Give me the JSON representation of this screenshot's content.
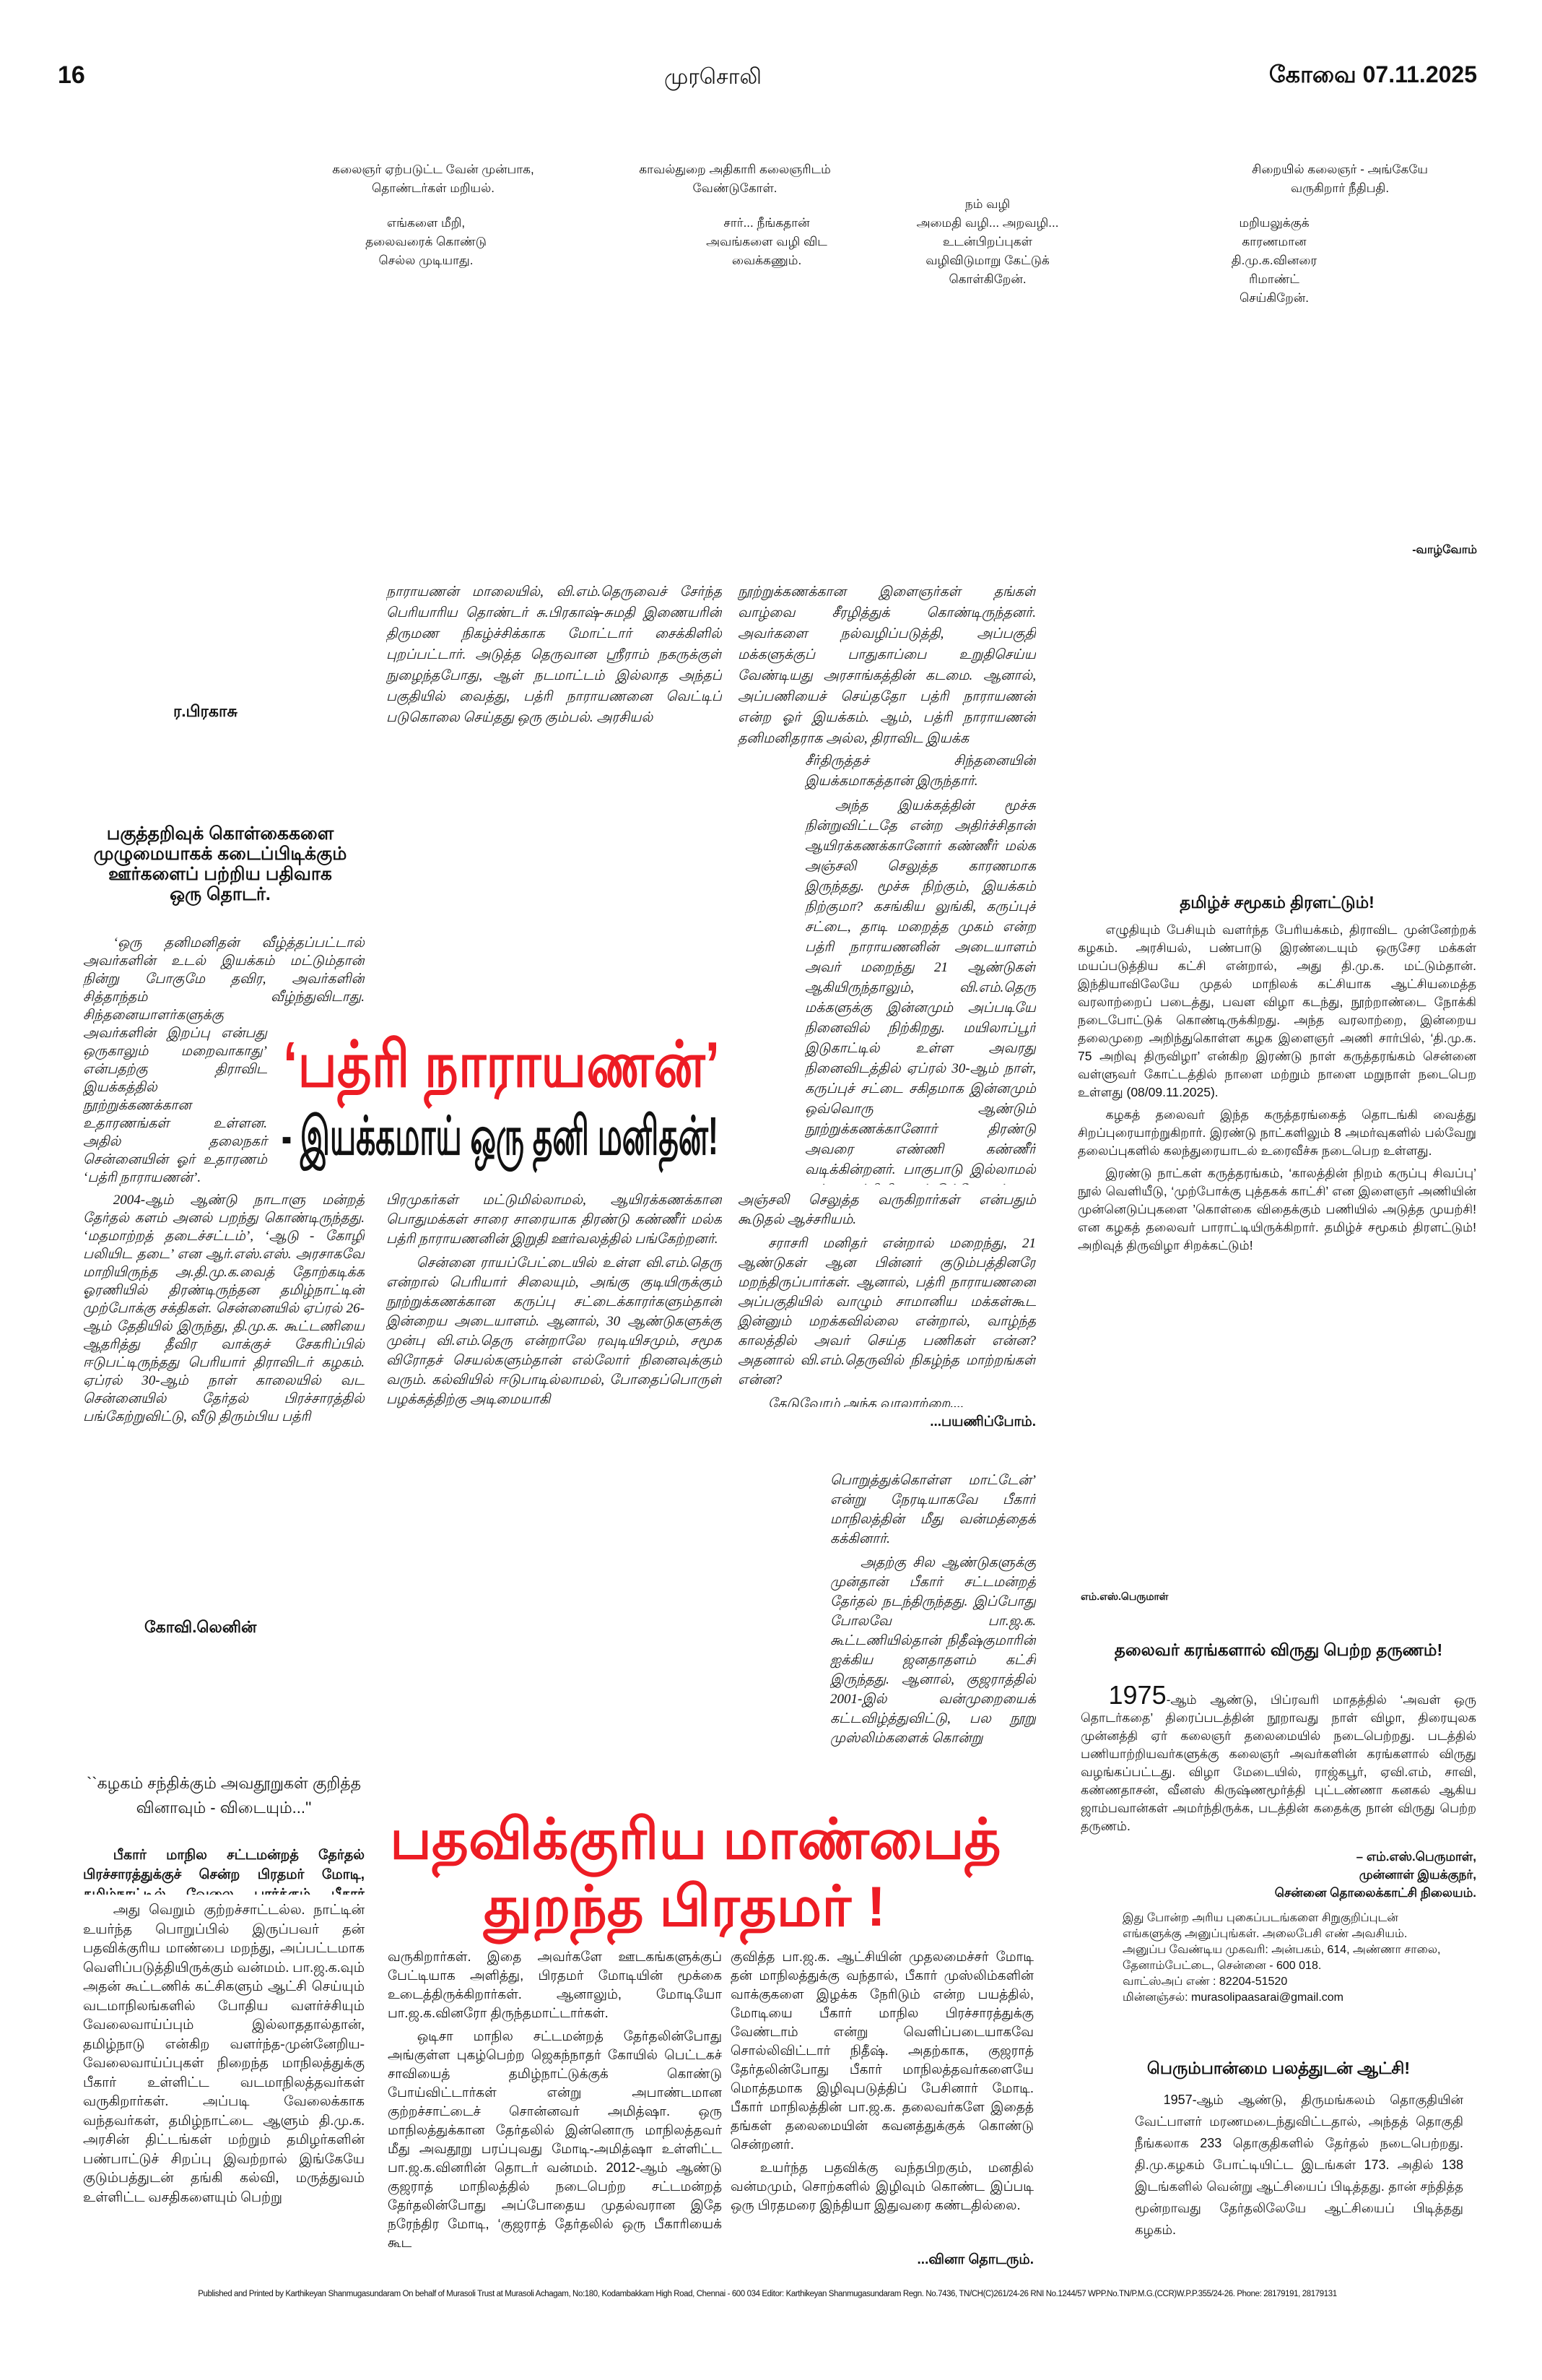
{
  "masthead": {
    "page_number": "16",
    "paper_name": "முரசொலி",
    "edition_date": "கோவை 07.11.2025"
  },
  "photo_captions": [
    {
      "lines": [
        "கலைஞர் ஏற்படுட்ட வேன் முன்பாக,",
        "தொண்டர்கள் மறியல்."
      ]
    },
    {
      "lines": [
        "எங்களை மீறி,",
        "தலைவரைக் கொண்டு",
        "செல்ல முடியாது."
      ]
    },
    {
      "lines": [
        "காவல்துறை அதிகாரி கலைஞரிடம்",
        "வேண்டுகோள்."
      ]
    },
    {
      "lines": [
        "சார்... நீங்கதான்",
        "அவங்களை வழி விட",
        "வைக்கணும்."
      ]
    },
    {
      "lines": [
        "நம் வழி",
        "அமைதி வழி... அறவழி...",
        "உடன்பிறப்புகள்",
        "வழிவிடுமாறு கேட்டுக்",
        "கொள்கிறேன்."
      ]
    },
    {
      "lines": [
        "சிறையில் கலைஞர் -  அங்கேயே",
        "வருகிறார் நீதிபதி."
      ]
    },
    {
      "lines": [
        "மறியலுக்குக்",
        "காரணமான",
        "தி.மு.க.வினரை",
        "ரிமாண்ட்",
        "செய்கிறேன்."
      ]
    }
  ],
  "photo_credit": "-வாழ்வோம்",
  "article1": {
    "author": "ர.பிரகாசு",
    "series_intro": [
      "பகுத்தறிவுக் கொள்கைகளை",
      "முழுமையாகக் கடைப்பிடிக்கும்",
      "ஊர்களைப் பற்றிய பதிவாக",
      "ஒரு தொடர்."
    ],
    "headline_line1": "‘பத்ரி நாராயணன்’",
    "headline_line2": "- இயக்கமாய் ஒரு தனி மனிதன்!",
    "col1": [
      "‘ஒரு தனிமனிதன் வீழ்த்தப்பட்டால் அவர்களின் உடல் இயக்கம் மட்டும்தான் நின்று போகுமே தவிர, அவர்களின் சித்தாந்தம் வீழ்ந்துவிடாது. சிந்தனையாளர்களுக்கு அவர்களின் இறப்பு என்பது ஒருகாலும் மறைவாகாது’ என்பதற்கு திராவிட இயக்கத்தில் நூற்றுக்கணக்கான உதாரணங்கள் உள்ளன. அதில் தலைநகர் சென்னையின் ஓர் உதாரணம் ‘பத்ரி நாராயணன்’.",
      "2004-ஆம் ஆண்டு நாடாளு மன்றத் தேர்தல் களம் அனல் பறந்து கொண்டிருந்தது. ‘மதமாற்றத் தடைச்சட்டம்’, ‘ஆடு - கோழி பலியிட தடை’ என ஆர்.எஸ்.எஸ். அரசாகவே மாறியிருந்த அ.தி.மு.க.வைத் தோற்கடிக்க ஓரணியில் திரண்டிருந்தன தமிழ்நாட்டின் முற்போக்கு சக்திகள். சென்னையில் ஏப்ரல் 26-ஆம் தேதியில் இருந்து, தி.மு.க. கூட்டணியை ஆதரித்து தீவிர வாக்குச் சேகரிப்பில் ஈடுபட்டிருந்தது பெரியார் திராவிடர் கழகம். ஏப்ரல் 30-ஆம் நாள் காலையில் வட சென்னையில் தேர்தல் பிரச்சாரத்தில் பங்கேற்றுவிட்டு, வீடு திரும்பிய பத்ரி"
    ],
    "col2_top": [
      "நாராயணன் மாலையில், வி.எம்.தெருவைச் சேர்ந்த பெரியாரிய தொண்டர் சு.பிரகாஷ்-சுமதி இணையரின் திருமண நிகழ்ச்சிக்காக மோட்டார் சைக்கிளில் புறப்பட்டார். அடுத்த தெருவான ஸ்ரீராம் நகருக்குள் நுழைந்தபோது, ஆள் நடமாட்டம் இல்லாத அந்தப் பகுதியில் வைத்து, பத்ரி நாராயணனை வெட்டிப் படுகொலை செய்தது ஒரு கும்பல். அரசியல்"
    ],
    "col2_bottom": [
      "பிரமுகர்கள் மட்டுமில்லாமல், ஆயிரக்கணக்கான பொதுமக்கள் சாரை சாரையாக திரண்டு கண்ணீர் மல்க பத்ரி நாராயணனின் இறுதி ஊர்வலத்தில் பங்கேற்றனர்.",
      "சென்னை ராயப்பேட்டையில் உள்ள வி.எம்.தெரு என்றால் பெரியார் சிலையும், அங்கு குடியிருக்கும் நூற்றுக்கணக்கான கருப்பு சட்டைக்காரர்களும்தான் இன்றைய அடையாளம். ஆனால், 30 ஆண்டுகளுக்கு முன்பு வி.எம்.தெரு என்றாலே ரவுடியிசமும், சமூக விரோதச் செயல்களும்தான் எல்லோர் நினைவுக்கும் வரும். கல்வியில் ஈடுபாடில்லாமல், போதைப்பொருள் பழக்கத்திற்கு அடிமையாகி"
    ],
    "col3_top": "நூற்றுக்கணக்கான இளைஞர்கள் தங்கள் வாழ்வை சீரழித்துக் கொண்டிருந்தனர். அவர்களை நல்வழிப்படுத்தி, அப்பகுதி மக்களுக்குப் பாதுகாப்பை உறுதிசெய்ய வேண்டியது அரசாங்கத்தின் கடமை. ஆனால், அப்பணியைச் செய்ததோ பத்ரி நாராயணன் என்ற ஓர் இயக்கம். ஆம், பத்ரி நாராயணன் தனிமனிதராக அல்ல, திராவிட இயக்க",
    "col3_narrow": [
      "சீர்திருத்தச் சிந்தனையின் இயக்கமாகத்தான் இருந்தார்.",
      "அந்த இயக்கத்தின் மூச்சு நின்றுவிட்டதே என்ற அதிர்ச்சிதான் ஆயிரக்கணக்கானோர் கண்ணீர் மல்க அஞ்சலி செலுத்த காரணமாக இருந்தது. மூச்சு நிற்கும், இயக்கம் நிற்குமா? கசங்கிய லுங்கி, கருப்புச் சட்டை, தாடி மறைத்த முகம் என்ற பத்ரி நாராயணனின் அடையாளம் அவர் மறைந்து 21 ஆண்டுகள் ஆகியிருந்தாலும், வி.எம்.தெரு மக்களுக்கு இன்னமும் அப்படியே நினைவில் நிற்கிறது. மயிலாப்பூர் இடுகாட்டில் உள்ள அவரது நினைவிடத்தில் ஏப்ரல் 30-ஆம் நாள், கருப்புச் சட்டை சகிதமாக இன்னமும் ஒவ்வொரு ஆண்டும் நூற்றுக்கணக்கானோர் திரண்டு அவரை எண்ணி கண்ணீர் வடிக்கின்றனர். பாகுபாடு இல்லாமல் எல்லா கட்சியினரும் இப்போதும்"
    ],
    "col3_bottom": [
      "அஞ்சலி செலுத்த வருகிறார்கள் என்பதும் கூடுதல் ஆச்சரியம்.",
      "சராசரி மனிதர் என்றால் மறைந்து, 21 ஆண்டுகள் ஆன பின்னர் குடும்பத்தினரே மறந்திருப்பார்கள். ஆனால், பத்ரி நாராயணனை அப்பகுதியில் வாழும் சாமானிய மக்கள்கூட இன்னும் மறக்கவில்லை என்றால், வாழ்ந்த காலத்தில் அவர் செய்த பணிகள் என்ன? அதனால் வி.எம்.தெருவில் நிகழ்ந்த மாற்றங்கள் என்ன?",
      "தேடுவோம் அந்த வரலாற்றை...."
    ],
    "continued": "...பயணிப்போம்."
  },
  "sidebar_box": {
    "title": "தமிழ்ச் சமூகம் திரளட்டும்!",
    "paragraphs": [
      "எழுதியும் பேசியும் வளர்ந்த பேரியக்கம், திராவிட முன்னேற்றக் கழகம். அரசியல், பண்பாடு  இரண்டையும் ஒருசேர மக்கள் மயப்படுத்திய கட்சி என்றால், அது தி.மு.க. மட்டும்தான். இந்தியாவிலேயே முதல் மாநிலக் கட்சியாக ஆட்சியமைத்த வரலாற்றைப் படைத்து, பவள விழா கடந்து, நூற்றாண்டை நோக்கி நடைபோட்டுக் கொண்டிருக்கிறது. அந்த வரலாற்றை, இன்றைய தலைமுறை அறிந்துகொள்ள கழக இளைஞர் அணி சார்பில், ‘தி.மு.க. 75 அறிவு திருவிழா’ என்கிற இரண்டு நாள் கருத்தரங்கம் சென்னை வள்ளுவர் கோட்டத்தில் நாளை மற்றும் நாளை மறுநாள் நடைபெற உள்ளது (08/09.11.2025).",
      "கழகத் தலைவர் இந்த கருத்தரங்கைத் தொடங்கி வைத்து சிறப்புரையாற்றுகிறார். இரண்டு நாட்களிலும் 8 அமர்வுகளில் பல்வேறு தலைப்புகளில் கலந்துரையாடல் உரைவீச்சு நடைபெற உள்ளது.",
      "இரண்டு நாட்கள் கருத்தரங்கம், ‘காலத்தின் நிறம் கருப்பு சிவப்பு’ நூல் வெளியீடு, ‘முற்போக்கு புத்தகக் காட்சி’ என  இளைஞர் அணியின் முன்னெடுப்புகளை ’கொள்கை விதைக்கும் பணியில் அடுத்த முயற்சி! என கழகத் தலைவர் பாராட்டியிருக்கிறார். தமிழ்ச் சமூகம் திரளட்டும்! அறிவுத் திருவிழா சிறக்கட்டும்!"
    ]
  },
  "photo_memory": {
    "credit": "எம்.எஸ்.பெருமாள்",
    "title": "தலைவர் கரங்களால் விருது பெற்ற தருணம்!",
    "year": "1975",
    "body": "-ஆம் ஆண்டு, பிப்ரவரி மாதத்தில் ‘அவள் ஒரு தொடர்கதை’ திரைப்படத்தின் நூறாவது நாள் விழா, திரையுலக முன்னத்தி ஏர் கலைஞர் தலைமையில் நடைபெற்றது. படத்தில் பணியாற்றியவர்களுக்கு கலைஞர் அவர்களின் கரங்களால் விருது வழங்கப்பட்டது. விழா மேடையில், ராஜ்கபூர், ஏவி.எம், சாவி, கண்ணதாசன், வீனஸ் கிருஷ்ணமூர்த்தி புட்டண்ணா கனகல் ஆகிய ஜாம்பவான்கள் அமர்ந்திருக்க, படத்தின் கதைக்கு நான் விருது பெற்ற தருணம்.",
    "signature": [
      "– எம்.எஸ்.பெருமாள்,",
      "முன்னாள் இயக்குநர்,",
      "சென்னை தொலைக்காட்சி நிலையம்."
    ],
    "submission_note": [
      "இது போன்ற அரிய புகைப்படங்களை சிறுகுறிப்புடன்",
      "எங்களுக்கு அனுப்புங்கள். அலைபேசி எண் அவசியம்.",
      "அனுப்ப வேண்டிய முகவரி: அன்பகம், 614, அண்ணா சாலை,",
      "தேனாம்பேட்டை, சென்னை - 600 018.",
      "வாட்ஸ்அப் எண் : 82204-51520",
      "மின்னஞ்சல்:  murasolipaasarai@gmail.com"
    ]
  },
  "history_box": {
    "title": "பெரும்பான்மை பலத்துடன் ஆட்சி!",
    "body": "1957-ஆம் ஆண்டு, திருமங்கலம் தொகுதியின் வேட்பாளர் மரணமடைந்துவிட்டதால், அந்தத் தொகுதி நீங்கலாக 233 தொகுதிகளில் தேர்தல் நடைபெற்றது. தி.மு.கழகம் போட்டியிட்ட இடங்கள் 173. அதில் 138 இடங்களில் வென்று ஆட்சியைப் பிடித்தது. தான் சந்தித்த மூன்றாவது தேர்தலிலேயே ஆட்சியைப் பிடித்தது  கழகம்."
  },
  "article2": {
    "author": "கோவி.லெனின்",
    "series_title": "``கழகம் சந்திக்கும் அவதூறுகள் குறித்த வினாவும் - விடையும்...''",
    "headline_line1": "பதவிக்குரிய மாண்பைத்",
    "headline_line2": "துறந்த பிரதமர் !",
    "question": "பீகார் மாநில சட்டமன்றத் தேர்தல் பிரச்சாரத்துக்குச் சென்ற பிரதமர் மோடி, தமிழ்நாட்டில் வேலை பார்க்கும் பீகார் மக்களை, தி.மு.க.வினர் துன்புறுத்துவதாக குற்றம்சாட்டிப் பேசியிருக்கிறாரே?",
    "answer_col1": "அது வெறும் குற்றச்சாட்டல்ல. நாட்டின் உயர்ந்த பொறுப்பில் இருப்பவர் தன் பதவிக்குரிய மாண்பை மறந்து, அப்பட்டமாக வெளிப்படுத்தியிருக்கும் வன்மம். பா.ஜ.க.வும் அதன் கூட்டணிக் கட்சிகளும் ஆட்சி செய்யும் வடமாநிலங்களில் போதிய வளர்ச்சியும் வேலைவாய்ப்பும் இல்லாததால்தான், தமிழ்நாடு என்கிற வளர்ந்த-முன்னேறிய-வேலைவாய்ப்புகள் நிறைந்த மாநிலத்துக்கு பீகார் உள்ளிட்ட வடமாநிலத்தவர்கள் வருகிறார்கள். அப்படி வேலைக்காக வந்தவர்கள், தமிழ்நாட்டை ஆளும் தி.மு.க. அரசின் திட்டங்கள் மற்றும் தமிழர்களின் பண்பாட்டுச் சிறப்பு இவற்றால் இங்கேயே குடும்பத்துடன் தங்கி கல்வி, மருத்துவம் உள்ளிட்ட வசதிகளையும் பெற்று",
    "answer_col2": [
      "வருகிறார்கள். இதை அவர்களே ஊடகங்களுக்குப் பேட்டியாக அளித்து, பிரதமர் மோடியின் மூக்கை உடைத்திருக்கிறார்கள். ஆனாலும், மோடியோ பா.ஜ.க.வினரோ திருந்தமாட்டார்கள்.",
      "ஒடிசா மாநில சட்டமன்றத் தேர்தலின்போது அங்குள்ள புகழ்பெற்ற ஜெகந்நாதர் கோயில் பெட்டகச் சாவியைத் தமிழ்நாட்டுக்குக் கொண்டு போய்விட்டார்கள் என்று அபாண்டமான குற்றச்சாட்டைச் சொன்னவர் அமித்ஷா. ஒரு மாநிலத்துக்கான தேர்தலில் இன்னொரு மாநிலத்தவர் மீது அவதூறு பரப்புவது மோடி-அமித்ஷா உள்ளிட்ட பா.ஜ.க.வினரின் தொடர் வன்மம். 2012-ஆம் ஆண்டு குஜராத் மாநிலத்தில் நடைபெற்ற சட்டமன்றத் தேர்தலின்போது அப்போதைய முதல்வரான இதே நரேந்திர மோடி, ‘குஜராத் தேர்தலில் ஒரு பீகாரியைக் கூட"
    ],
    "answer_col3_upper": [
      "பொறுத்துக்கொள்ள மாட்டேன்’ என்று நேரடியாகவே பீகார் மாநிலத்தின் மீது வன்மத்தைக் கக்கினார்.",
      "அதற்கு சில ஆண்டுகளுக்கு முன்தான் பீகார் சட்டமன்றத் தேர்தல் நடந்திருந்தது. இப்போது போலவே பா.ஜ.க. கூட்டணியில்தான் நிதீஷ்குமாரின் ஐக்கிய ஜனதாதளம் கட்சி இருந்தது. ஆனால், குஜராத்தில் 2001-இல் வன்முறையைக் கட்டவிழ்த்துவிட்டு, பல நூறு முஸ்லிம்களைக் கொன்று"
    ],
    "answer_col3": [
      "குவித்த பா.ஜ.க. ஆட்சியின் முதலமைச்சர் மோடி தன் மாநிலத்துக்கு வந்தால், பீகார் முஸ்லிம்களின் வாக்குகளை இழக்க நேரிடும் என்ற பயத்தில், மோடியை பீகார் மாநில பிரச்சாரத்துக்கு வேண்டாம் என்று வெளிப்படையாகவே சொல்லிவிட்டார் நிதீஷ். அதற்காக, குஜராத் தேர்தலின்போது பீகார் மாநிலத்தவர்களையே மொத்தமாக இழிவுபடுத்திப் பேசினார் மோடி. பீகார் மாநிலத்தின் பா.ஜ.க. தலைவர்களே இதைத் தங்கள் தலைமையின் கவனத்துக்குக் கொண்டு சென்றனர்.",
      "உயர்ந்த பதவிக்கு வந்தபிறகும், மனதில் வன்மமும், சொற்களில் இழிவும் கொண்ட இப்படி ஒரு பிரதமரை இந்தியா இதுவரை கண்டதில்லை."
    ],
    "continued": "...வினா தொடரும்."
  },
  "footer": {
    "imprint": "Published and Printed by Karthikeyan Shanmugasundaram On behalf of Murasoli Trust at Murasoli Achagam, No:180, Kodambakkam High Road, Chennai - 600 034 Editor: Karthikeyan Shanmugasundaram Regn. No.7436, TN/CH(C)261/24-26 RNI No.1244/57 WPP.No.TN/P.M.G.(CCR)W.P.P.355/24-26. Phone: 28179191, 28179131"
  },
  "colors": {
    "headline_red": "#ed1c24",
    "text": "#111111"
  }
}
